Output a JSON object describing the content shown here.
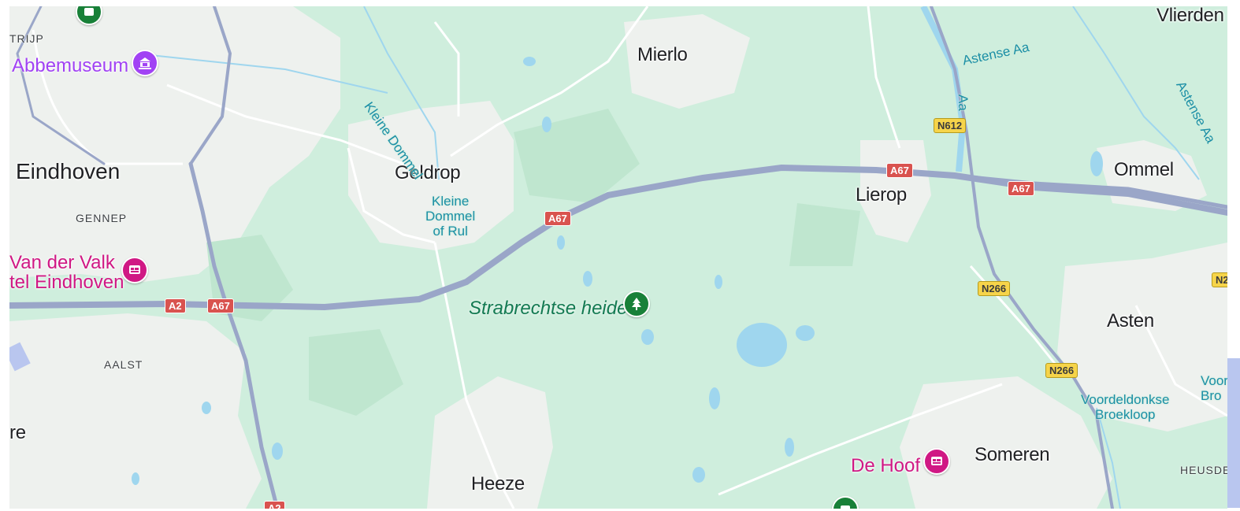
{
  "map": {
    "places": {
      "trijp": "TRIJP",
      "eindhoven": "Eindhoven",
      "gennep": "GENNEP",
      "aalst": "AALST",
      "re": "re",
      "geldrop": "Geldrop",
      "mierlo": "Mierlo",
      "heeze": "Heeze",
      "lierop": "Lierop",
      "ommel": "Ommel",
      "asten": "Asten",
      "someren": "Someren",
      "vlierden": "Vlierden",
      "heusden": "HEUSDE"
    },
    "water": {
      "kleine_dommel_river": "Kleine Dommel",
      "kleine_dommel_of_rul": "Kleine\nDommel\nof Rul",
      "astense_aa_top": "Astense Aa",
      "astense_aa_right": "Astense Aa",
      "aa": "Aa",
      "voordeldonkse": "Voordeldonkse\nBroekloop",
      "voorde_edge": "Voorde\nBro"
    },
    "pois": {
      "abbemuseum": "Abbemuseum",
      "van_der_valk": "Van der Valk\ntel Eindhoven",
      "strabrechtse_heide": "Strabrechtse heide",
      "de_hoof": "De Hoof"
    },
    "road_shields": {
      "a2_west": "A2",
      "a67_west": "A67",
      "a67_mid": "A67",
      "a67_lierop": "A67",
      "a67_east": "A67",
      "a2_south": "A2",
      "n612": "N612",
      "n266_north": "N266",
      "n266_south": "N266",
      "n_edge": "N2"
    },
    "icons": [
      "museum-icon",
      "hotel-icon",
      "tree-icon",
      "hotel-icon"
    ],
    "colors": {
      "land": "#cfeedd",
      "urban": "#eef2ee",
      "water": "#9fd6ee",
      "motorway": "#9aa6c8",
      "shield_a": "#d9534f",
      "shield_n": "#f6d44a",
      "museum": "#a142f4",
      "hotel": "#d01884",
      "park": "#137a52"
    }
  }
}
